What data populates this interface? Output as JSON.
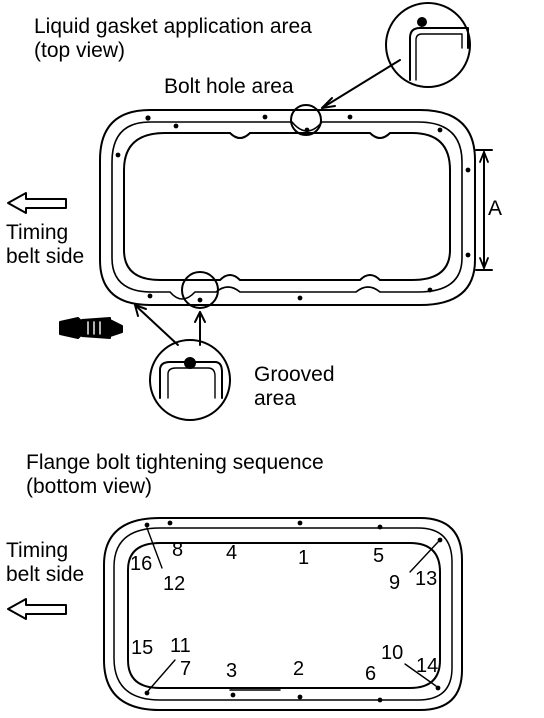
{
  "top": {
    "title_line1": "Liquid gasket application area",
    "title_line2": "(top view)",
    "bolt_hole_label": "Bolt hole area",
    "dimension_label": "A",
    "timing_line1": "Timing",
    "timing_line2": "belt side",
    "grooved_line1": "Grooved",
    "grooved_line2": "area"
  },
  "bottom": {
    "title_line1": "Flange bolt tightening sequence",
    "title_line2": "(bottom view)",
    "timing_line1": "Timing",
    "timing_line2": "belt side",
    "sequence": [
      "1",
      "2",
      "3",
      "4",
      "5",
      "6",
      "7",
      "8",
      "9",
      "10",
      "11",
      "12",
      "13",
      "14",
      "15",
      "16"
    ]
  },
  "icons": {
    "arrow": "left-arrow-icon",
    "tube": "gasket-tube-icon"
  }
}
